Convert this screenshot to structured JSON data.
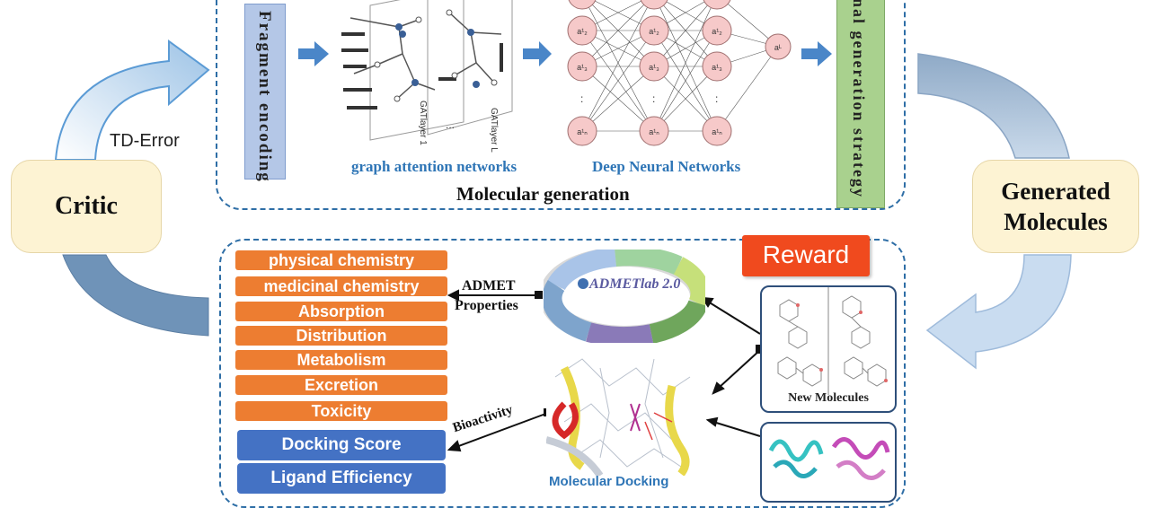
{
  "critic": {
    "label": "Critic"
  },
  "td_error": {
    "label": "TD-Error"
  },
  "generated": {
    "label": "Generated Molecules"
  },
  "top": {
    "fragment_encoding": "Fragment encoding",
    "gat_label": "graph attention networks",
    "gat_layer_1": "GATlayer 1",
    "gat_layer_l": "GATlayer L",
    "gat_dots": "...",
    "dnn_label": "Deep Neural Networks",
    "strategy": "nal generation strategy",
    "section_title": "Molecular generation",
    "dnn_nodes": [
      "a¹₂",
      "a¹₃",
      "···",
      "a¹ₙ"
    ],
    "dnn_output": "aᴸ"
  },
  "bottom": {
    "reward": "Reward",
    "properties": [
      "physical chemistry",
      "medicinal chemistry",
      "Absorption",
      "Distribution",
      "Metabolism",
      "Excretion",
      "Toxicity"
    ],
    "docking_score": "Docking Score",
    "ligand_efficiency": "Ligand Efficiency",
    "admet_label_1": "ADMET",
    "admet_label_2": "Properties",
    "admet_logo": "ADMETlab 2.0",
    "bioactivity": "Bioactivity",
    "molecular_docking": "Molecular Docking",
    "new_molecules": "New Molecules"
  },
  "colors": {
    "dashed_border": "#2e6ea6",
    "orange": "#ed7d31",
    "blue_pill": "#4472c4",
    "reward_bg": "#f04a1e",
    "side_box": "#fdf3d3",
    "blue_arrow": "#4472c4",
    "node_fill": "#f6c9c9"
  }
}
